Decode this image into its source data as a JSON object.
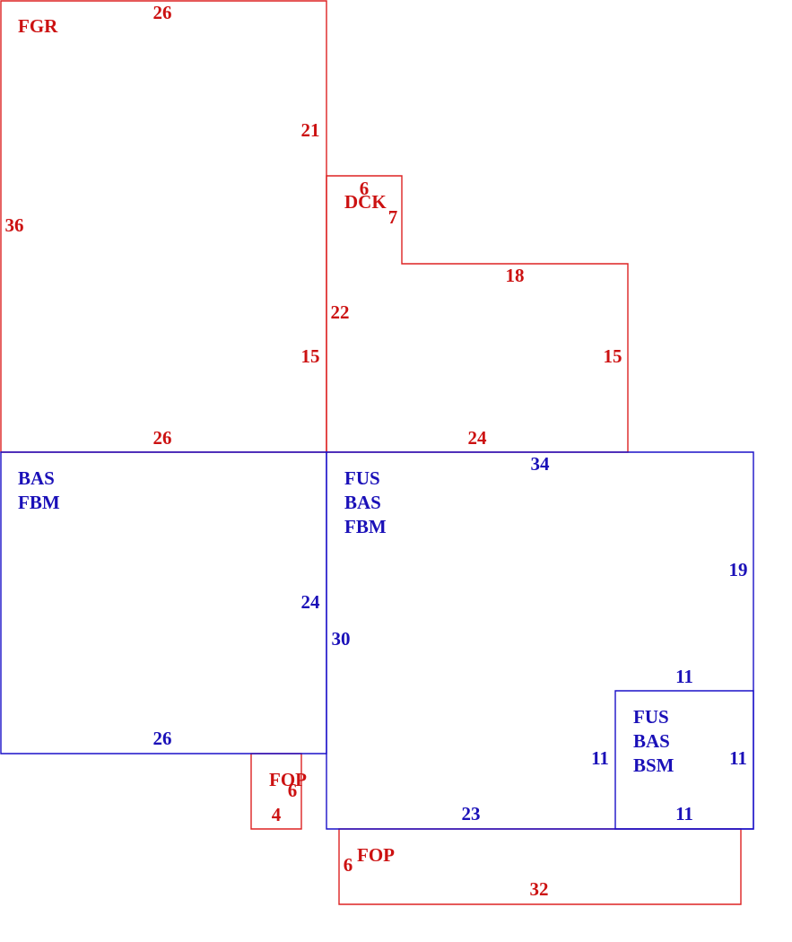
{
  "colors": {
    "red": "#cc1111",
    "blue": "#1a10b8"
  },
  "areas": {
    "fgr": {
      "codes": [
        "FGR"
      ],
      "dims": {
        "top": "26",
        "left": "36",
        "right_upper": "21",
        "right_lower": "15",
        "bottom": "26"
      }
    },
    "dck": {
      "codes": [
        "DCK"
      ],
      "dims": {
        "top": "6",
        "notch": "7",
        "upper": "18",
        "left": "22",
        "right": "15",
        "bottom": "24"
      }
    },
    "bas_left": {
      "codes": [
        "BAS",
        "FBM"
      ],
      "dims": {
        "right": "24",
        "bottom": "26"
      }
    },
    "fus_main": {
      "codes": [
        "FUS",
        "BAS",
        "FBM"
      ],
      "dims": {
        "top": "34",
        "right": "19",
        "left": "30",
        "bottom": "23"
      }
    },
    "fus_small": {
      "codes": [
        "FUS",
        "BAS",
        "BSM"
      ],
      "dims": {
        "top": "11",
        "left": "11",
        "right": "11",
        "bottom": "11"
      }
    },
    "fop_small": {
      "codes": [
        "FOP"
      ],
      "dims": {
        "side": "6",
        "bottom": "4"
      }
    },
    "fop_large": {
      "codes": [
        "FOP"
      ],
      "dims": {
        "side": "6",
        "bottom": "32"
      }
    }
  }
}
